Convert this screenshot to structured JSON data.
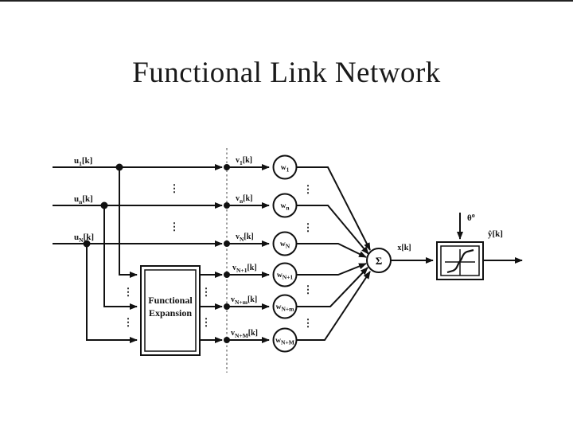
{
  "slide": {
    "title": "Functional Link Network"
  },
  "diagram": {
    "inputs": [
      {
        "base": "u",
        "sub": "1",
        "suffix": "[k]"
      },
      {
        "base": "u",
        "sub": "n",
        "suffix": "[k]"
      },
      {
        "base": "u",
        "sub": "N",
        "suffix": "[k]"
      }
    ],
    "signals": [
      {
        "base": "v",
        "sub": "1",
        "suffix": "[k]"
      },
      {
        "base": "v",
        "sub": "n",
        "suffix": "[k]"
      },
      {
        "base": "v",
        "sub": "N",
        "suffix": "[k]"
      },
      {
        "base": "v",
        "sub": "N+1",
        "suffix": "[k]"
      },
      {
        "base": "v",
        "sub": "N+m",
        "suffix": "[k]"
      },
      {
        "base": "v",
        "sub": "N+M",
        "suffix": "[k]"
      }
    ],
    "weights": [
      {
        "base": "w",
        "sub": "1"
      },
      {
        "base": "w",
        "sub": "n"
      },
      {
        "base": "w",
        "sub": "N"
      },
      {
        "base": "w",
        "sub": "N+1"
      },
      {
        "base": "w",
        "sub": "N+m"
      },
      {
        "base": "w",
        "sub": "N+M"
      }
    ],
    "expansion_block": {
      "line1": "Functional",
      "line2": "Expansion"
    },
    "sum_label": "Σ",
    "sum_output_label": "x[k]",
    "bias": {
      "base": "θ",
      "sup": "o"
    },
    "output_label": "ŷ[k]",
    "ellipsis": "⋮"
  }
}
